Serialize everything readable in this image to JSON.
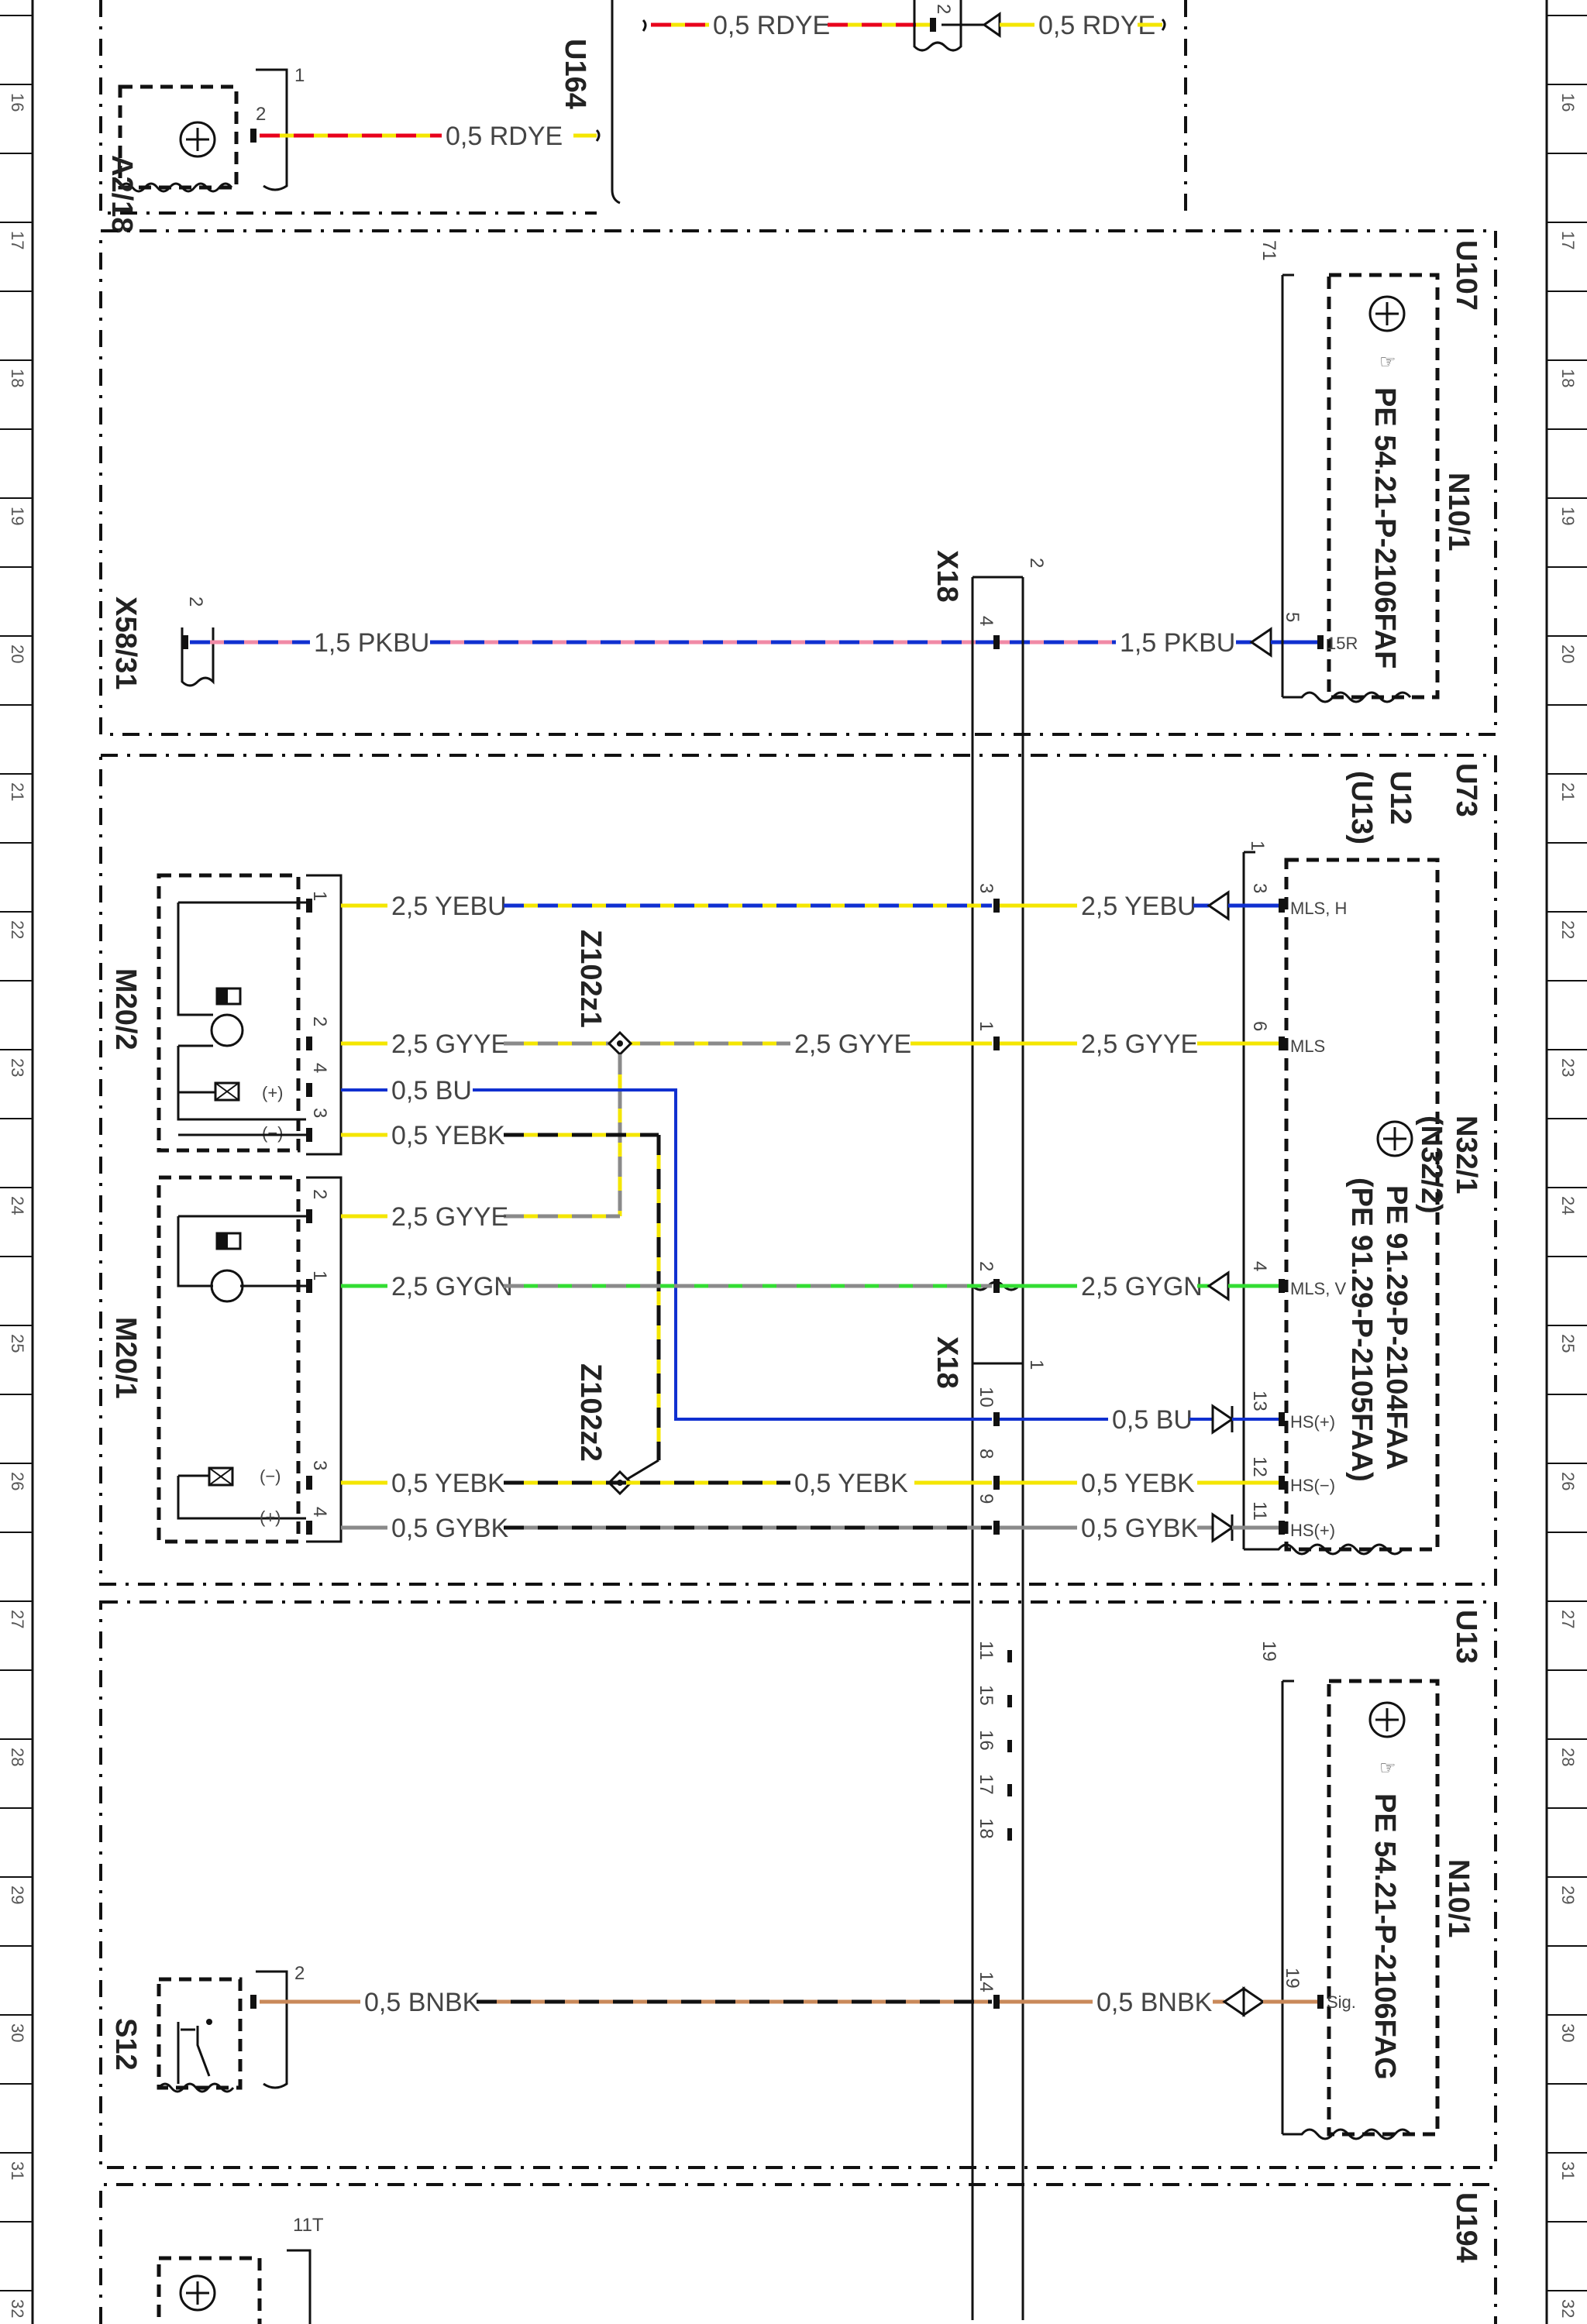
{
  "diagram": {
    "grid_rows": [
      "16",
      "17",
      "18",
      "19",
      "20",
      "21",
      "22",
      "23",
      "24",
      "25",
      "26",
      "27",
      "28",
      "29",
      "30",
      "31",
      "32"
    ],
    "sections": {
      "u164": "U164",
      "u107": "U107",
      "u73": "U73",
      "u12": "U12",
      "u13_paren": "(U13)",
      "u13": "U13",
      "u194": "U194"
    },
    "components": {
      "a2_18": "A2/18",
      "x58_31": "X58/31",
      "x18_top": "X18",
      "x18_bottom": "X18",
      "n10_1_a": "N10/1",
      "n10_1_a_pe": "PE 54.21-P-2106FAF",
      "n10_1_b": "N10/1",
      "n10_1_b_pe": "PE 54.21-P-2106FAG",
      "n32_1": "N32/1",
      "n32_2": "(N32/2)",
      "n32_pe1": "PE 91.29-P-2104FAA",
      "n32_pe2": "(PE 91.29-P-2105FAA)",
      "m20_2": "M20/2",
      "m20_1": "M20/1",
      "z102z1": "Z102z1",
      "z102z2": "Z102z2",
      "s12": "S12"
    },
    "wire_colors": {
      "RD": "#e8001c",
      "YE": "#f4e600",
      "PK": "#f08aa6",
      "BU": "#1030d0",
      "GY": "#8a8a8a",
      "GN": "#33dd33",
      "BK": "#111111",
      "BN": "#c9895a"
    },
    "wires": {
      "rdye_top_left": "0,5 RDYE",
      "rdye_top_right": "0,5 RDYE",
      "rdye_a218": "0,5 RDYE",
      "pkbu_left": "1,5 PKBU",
      "pkbu_right": "1,5 PKBU",
      "yebu_left": "2,5 YEBU",
      "yebu_right": "2,5 YEBU",
      "gyye_m202": "2,5 GYYE",
      "gyye_mid": "2,5 GYYE",
      "gyye_right": "2,5 GYYE",
      "bu_left": "0,5 BU",
      "yebk_m202": "0,5 YEBK",
      "gyye_m201": "2,5 GYYE",
      "gygn_left": "2,5 GYGN",
      "gygn_right": "2,5 GYGN",
      "bu_right": "0,5 BU",
      "yebk_m201": "0,5 YEBK",
      "yebk_mid": "0,5 YEBK",
      "yebk_right": "0,5 YEBK",
      "gybk_left": "0,5 GYBK",
      "gybk_right": "0,5 GYBK",
      "bnbk_left": "0,5 BNBK",
      "bnbk_right": "0,5 BNBK"
    },
    "pins": {
      "a218_1": "1",
      "a218_2": "2",
      "top_plug_2": "2",
      "n101a_71": "71",
      "n101a_5": "5",
      "n101a_15r": "15R",
      "x58_2": "2",
      "x18a_2": "2",
      "x18a_4": "4",
      "x18b_3": "3",
      "x18b_1": "1",
      "x18b_2": "2",
      "x18c_1": "1",
      "x18c_10": "10",
      "x18c_8": "8",
      "x18c_9": "9",
      "x18c_11": "11",
      "x18c_15": "15",
      "x18c_16": "16",
      "x18c_17": "17",
      "x18c_18": "18",
      "x18c_14": "14",
      "n32_1": "1",
      "n32_3": "3",
      "n32_6": "6",
      "n32_4": "4",
      "n32_13": "13",
      "n32_12": "12",
      "n32_11": "11",
      "n32_mlsh": "MLS, H",
      "n32_mls": "MLS",
      "n32_mlsv": "MLS, V",
      "n32_hsp1": "HS(+)",
      "n32_hsm": "HS(−)",
      "n32_hsp2": "HS(+)",
      "m202_1": "1",
      "m202_2": "2",
      "m202_4": "4",
      "m202_3": "3",
      "m201_2": "2",
      "m201_1": "1",
      "m201_3": "3",
      "m201_4": "4",
      "plus": "(+)",
      "minus": "(−)",
      "n101b_19": "19",
      "n101b_19b": "19",
      "n101b_sig": "Sig.",
      "s12_2": "2",
      "bottom_11t": "11T"
    }
  }
}
